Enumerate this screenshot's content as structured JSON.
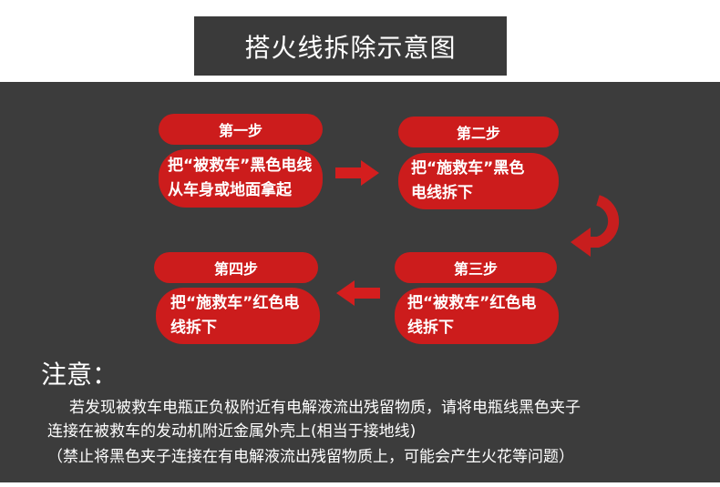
{
  "title": "搭火线拆除示意图",
  "steps": [
    {
      "label": "第一步",
      "text": "把“被救车”黑色电线从车身或地面拿起"
    },
    {
      "label": "第二步",
      "text": "把“施救车”黑色电线拆下"
    },
    {
      "label": "第三步",
      "text": "把“被救车”红色电线拆下"
    },
    {
      "label": "第四步",
      "text": "把“施救车”红色电线拆下"
    }
  ],
  "note": {
    "title": "注意：",
    "lines": [
      "若发现被救车电瓶正负极附近有电解液流出残留物质，请将电瓶线黑色夹子",
      "连接在被救车的发动机附近金属外壳上(相当于接地线)",
      "（禁止将黑色夹子连接在有电解液流出残留物质上，可能会产生火花等问题）"
    ]
  },
  "colors": {
    "accent": "#cc1c1c",
    "panel": "#3c3c3c"
  }
}
